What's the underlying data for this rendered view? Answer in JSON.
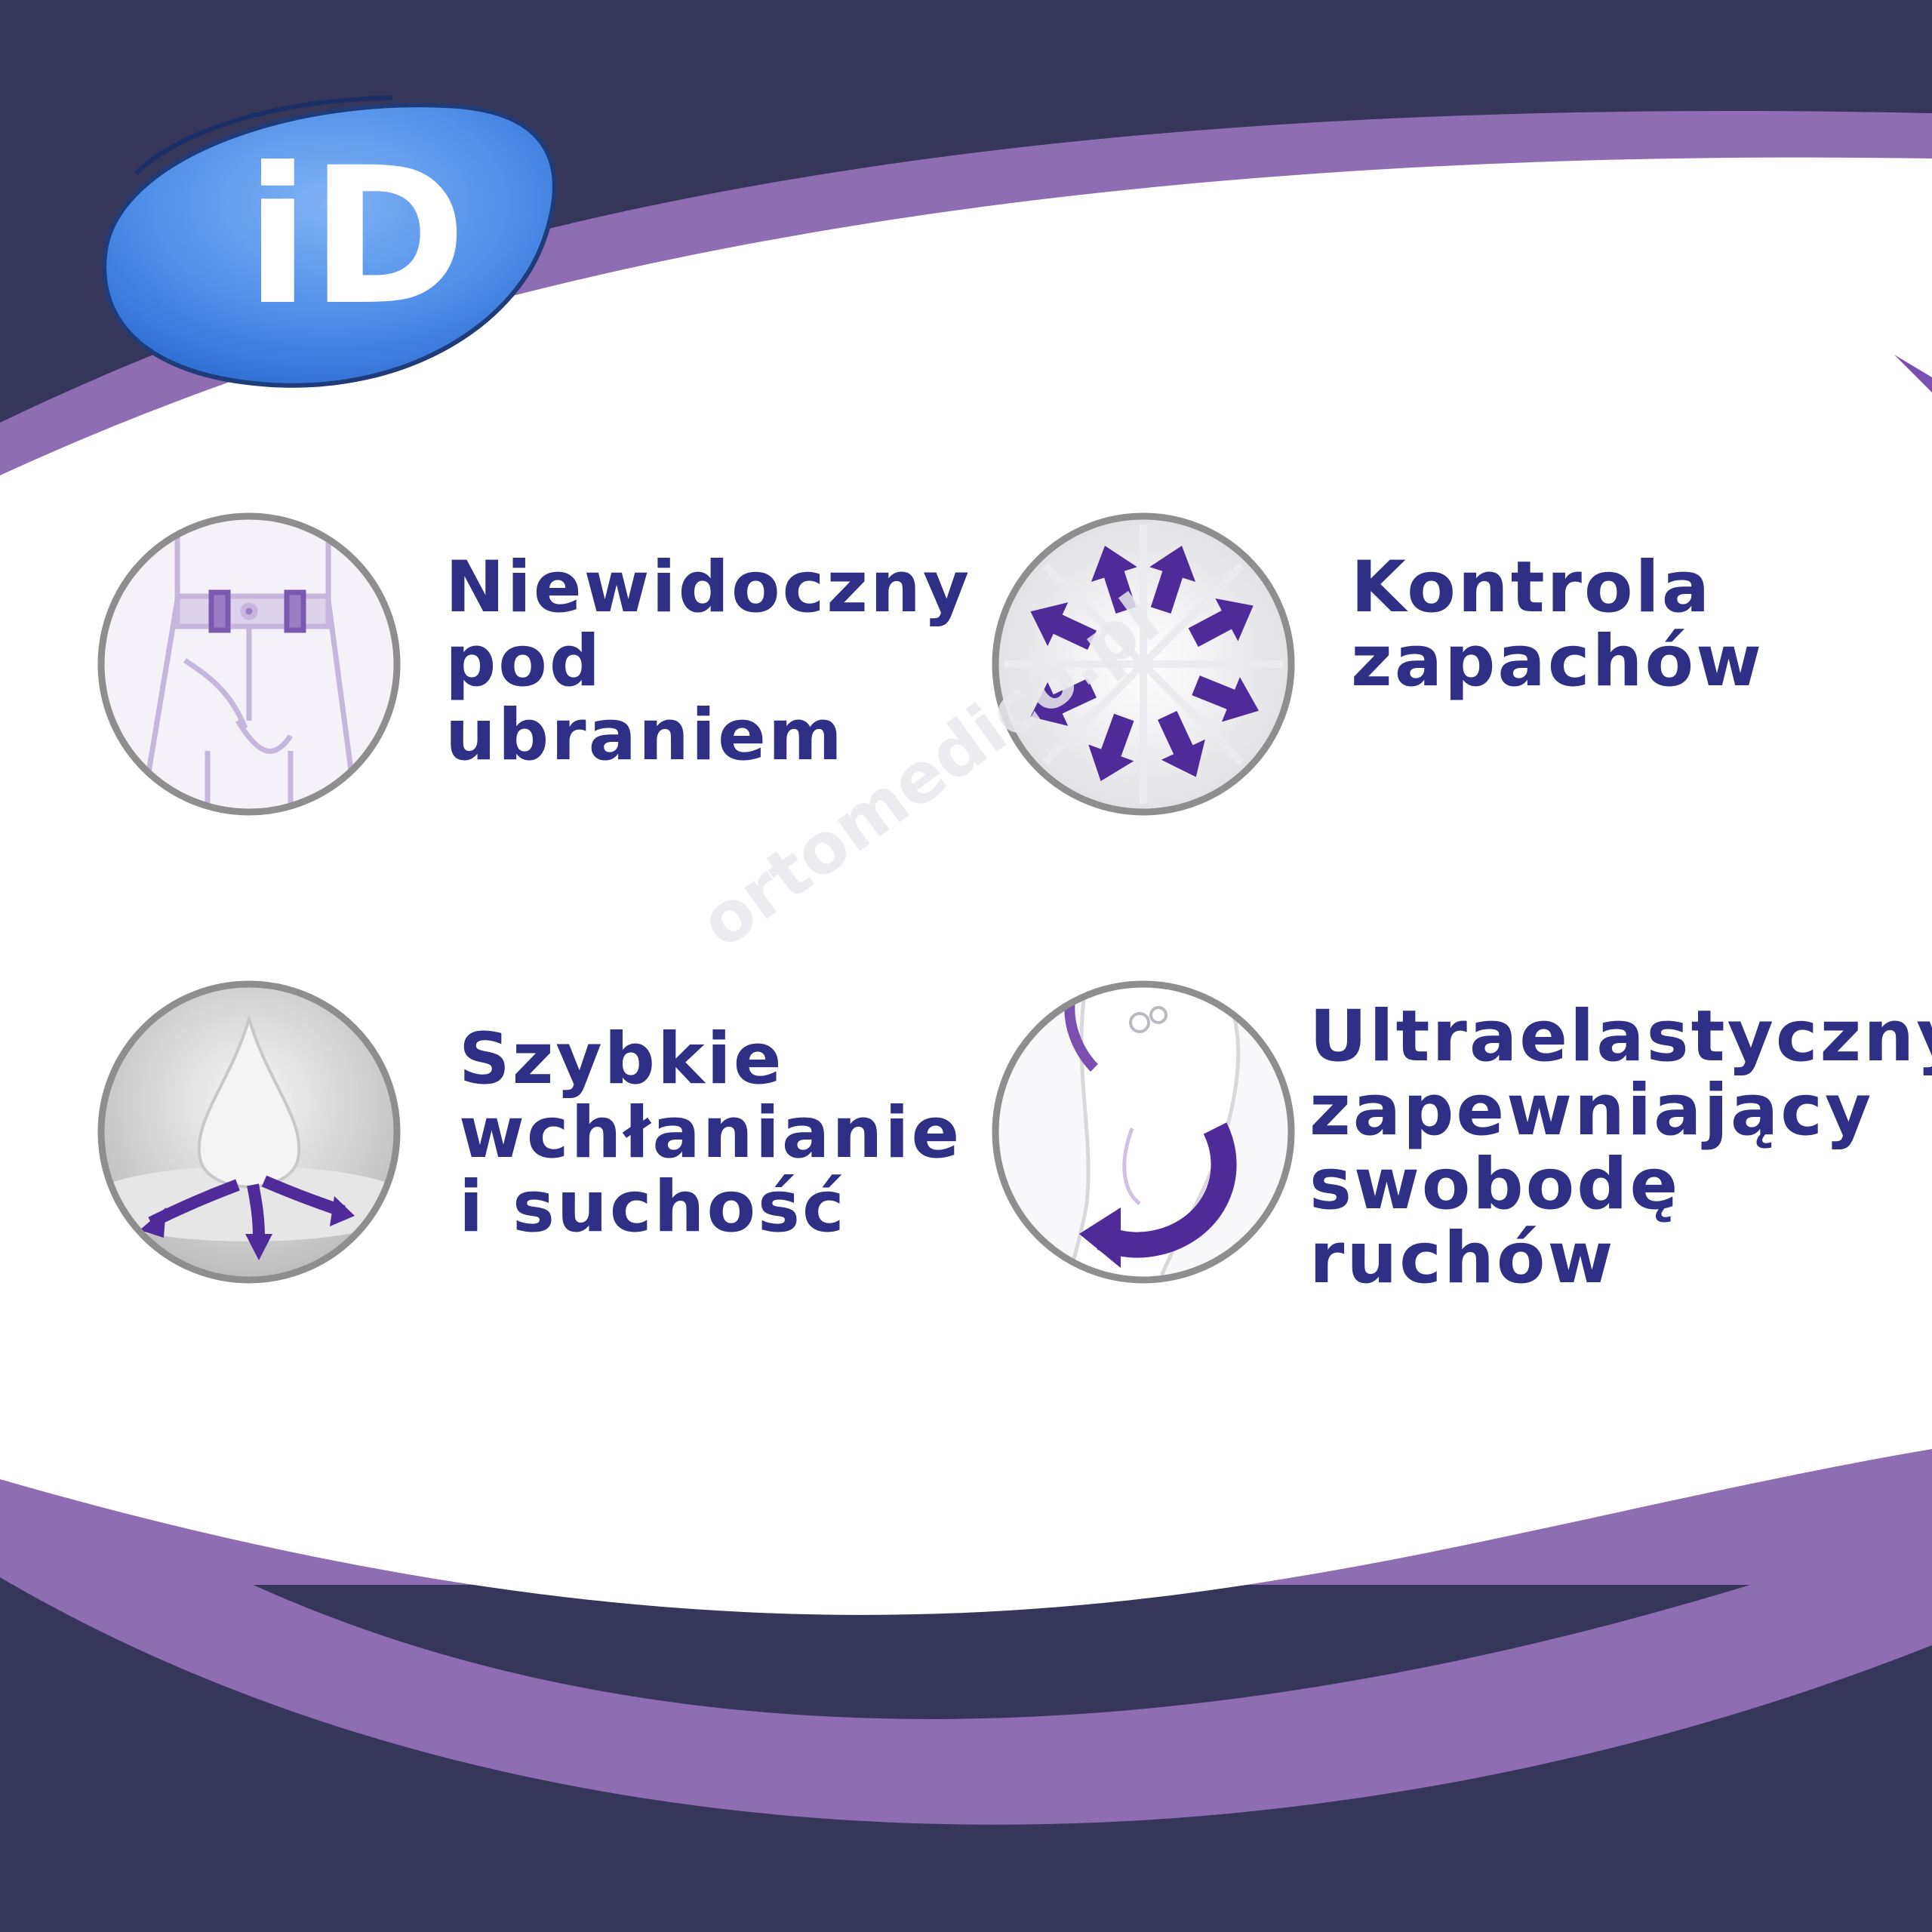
{
  "brand": {
    "logo_text": "iD",
    "logo_color": "#4f8de8"
  },
  "colors": {
    "background_dark": "#35365a",
    "band_purple": "#8f6db3",
    "panel_white": "#ffffff",
    "text_navy": "#2e2f85",
    "icon_purple": "#4f2a99",
    "icon_ring_gray": "#8e8e8e"
  },
  "features": [
    {
      "icon": "clothing-pants-icon",
      "lines": [
        "Niewidoczny",
        "pod",
        "ubraniem"
      ]
    },
    {
      "icon": "odor-control-arrows-icon",
      "lines": [
        "Kontrola",
        "zapachów"
      ]
    },
    {
      "icon": "absorption-drop-icon",
      "lines": [
        "Szybkie",
        "wchłanianie",
        "i suchość"
      ]
    },
    {
      "icon": "elastic-pad-icon",
      "lines": [
        "Ultraelastyczny,",
        "zapewniający",
        "swobodę",
        "ruchów"
      ]
    }
  ],
  "watermark": "ortomedico.pl"
}
